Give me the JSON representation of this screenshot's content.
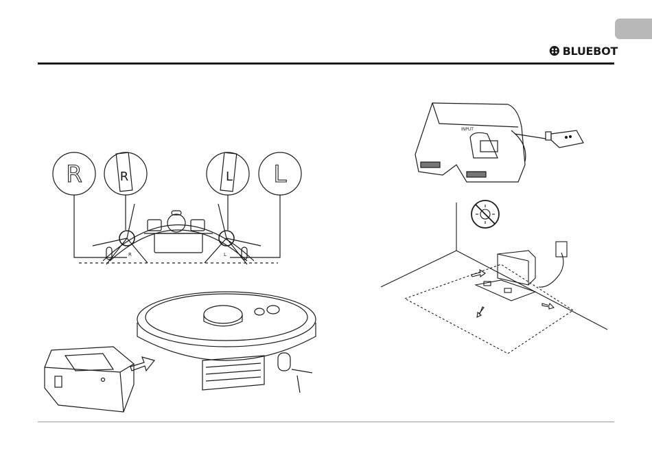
{
  "brand": {
    "name": "BLUEBOT"
  },
  "brush_labels": {
    "right": "R",
    "left": "L",
    "right_small": "R",
    "left_small": "L",
    "chassis_right": "R",
    "chassis_left": "L"
  },
  "dock": {
    "port_label": "INPUT"
  },
  "icons": [
    "bluebot-logo-icon",
    "no-sunlight-icon",
    "arrow-icon"
  ]
}
